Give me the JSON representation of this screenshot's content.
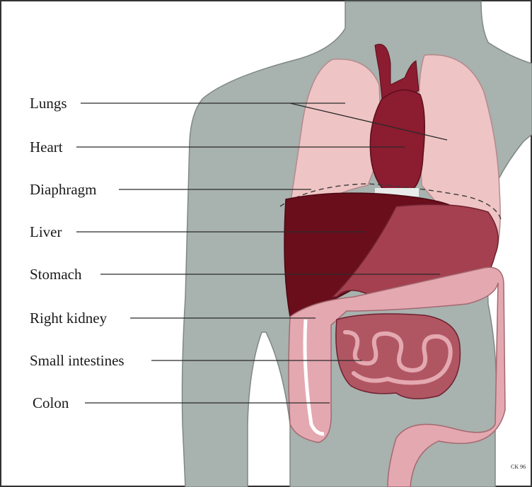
{
  "labels": [
    {
      "key": "lungs",
      "text": "Lungs"
    },
    {
      "key": "heart",
      "text": "Heart"
    },
    {
      "key": "diaphragm",
      "text": "Diaphragm"
    },
    {
      "key": "liver",
      "text": "Liver"
    },
    {
      "key": "stomach",
      "text": "Stomach"
    },
    {
      "key": "right-kidney",
      "text": "Right kidney"
    },
    {
      "key": "small-intestines",
      "text": "Small intestines"
    },
    {
      "key": "colon",
      "text": "Colon"
    }
  ],
  "colors": {
    "body": "#a8b2ae",
    "lung": "#efc4c4",
    "heart": "#8c1c30",
    "liver": "#6a0e1c",
    "stomach": "#a4404f",
    "intestine": "#e4a8b0",
    "intestine_fold": "#b05662",
    "line": "#2a2a2a"
  },
  "signature": "CK 96"
}
